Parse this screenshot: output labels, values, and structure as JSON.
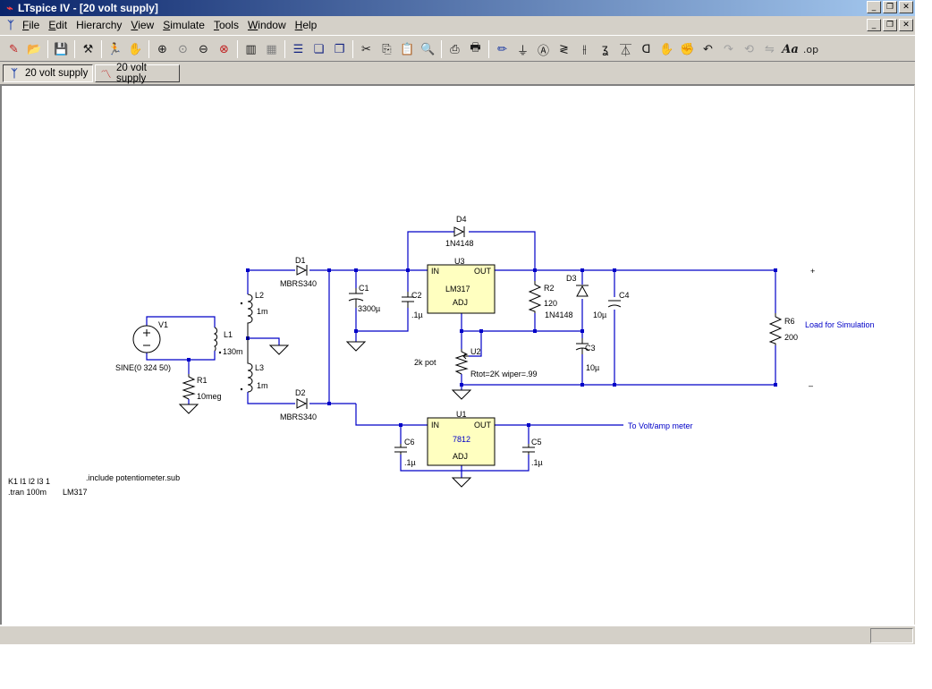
{
  "window": {
    "app_title": "LTspice IV - [20 volt supply]"
  },
  "menu": [
    {
      "key": "F",
      "rest": "ile"
    },
    {
      "key": "E",
      "rest": "dit"
    },
    {
      "key": "",
      "rest": "Hierarchy"
    },
    {
      "key": "V",
      "rest": "iew"
    },
    {
      "key": "S",
      "rest": "imulate"
    },
    {
      "key": "T",
      "rest": "ools"
    },
    {
      "key": "W",
      "rest": "indow"
    },
    {
      "key": "H",
      "rest": "elp"
    }
  ],
  "tabs": [
    {
      "label": "20 volt supply",
      "icon": "schematic-icon",
      "active": true
    },
    {
      "label": "20 volt supply",
      "icon": "waveform-icon",
      "active": false
    }
  ],
  "schematic": {
    "labels": {
      "d4": "D4",
      "d4_model": "1N4148",
      "d1": "D1",
      "d1_model": "MBRS340",
      "d2": "D2",
      "d2_model": "MBRS340",
      "u3": "U3",
      "u3_in": "IN",
      "u3_out": "OUT",
      "u3_name": "LM317",
      "u3_adj": "ADJ",
      "c1": "C1",
      "c1_val": "3300µ",
      "c2": "C2",
      "c2_val": ".1µ",
      "r2": "R2",
      "r2_val": "120",
      "d3": "D3",
      "d3_model": "1N4148",
      "c3": "C3",
      "c3_val": "10µ",
      "c4": "C4",
      "c4_val": "10µ",
      "r6": "R6",
      "r6_val": "200",
      "load": "Load for Simulation",
      "plus": "+",
      "minus": "–",
      "l2": "L2",
      "l2_val": "1m",
      "l1": "L1",
      "l1_val": "130m",
      "l3": "L3",
      "l3_val": "1m",
      "v1": "V1",
      "v1_val": "SINE(0 324 50)",
      "r1": "R1",
      "r1_val": "10meg",
      "u2": "U2",
      "u2_pot": "2k pot",
      "u2_params": "Rtot=2K wiper=.99",
      "u1": "U1",
      "u1_in": "IN",
      "u1_out": "OUT",
      "u1_name": "7812",
      "u1_adj": "ADJ",
      "c6": "C6",
      "c6_val": ".1µ",
      "c5": "C5",
      "c5_val": ".1µ",
      "meter": "To Volt/amp meter"
    },
    "directives": {
      "coupling": "K1 l1 l2 l3 1",
      "tran": ".tran 100m",
      "include": ".include potentiometer.sub",
      "lm317": "LM317"
    }
  },
  "colors": {
    "wire": "#0000c8",
    "component": "#000000",
    "junction": "#0000c8",
    "ic_fill": "#ffffc0",
    "net_label": "#0000c8"
  }
}
